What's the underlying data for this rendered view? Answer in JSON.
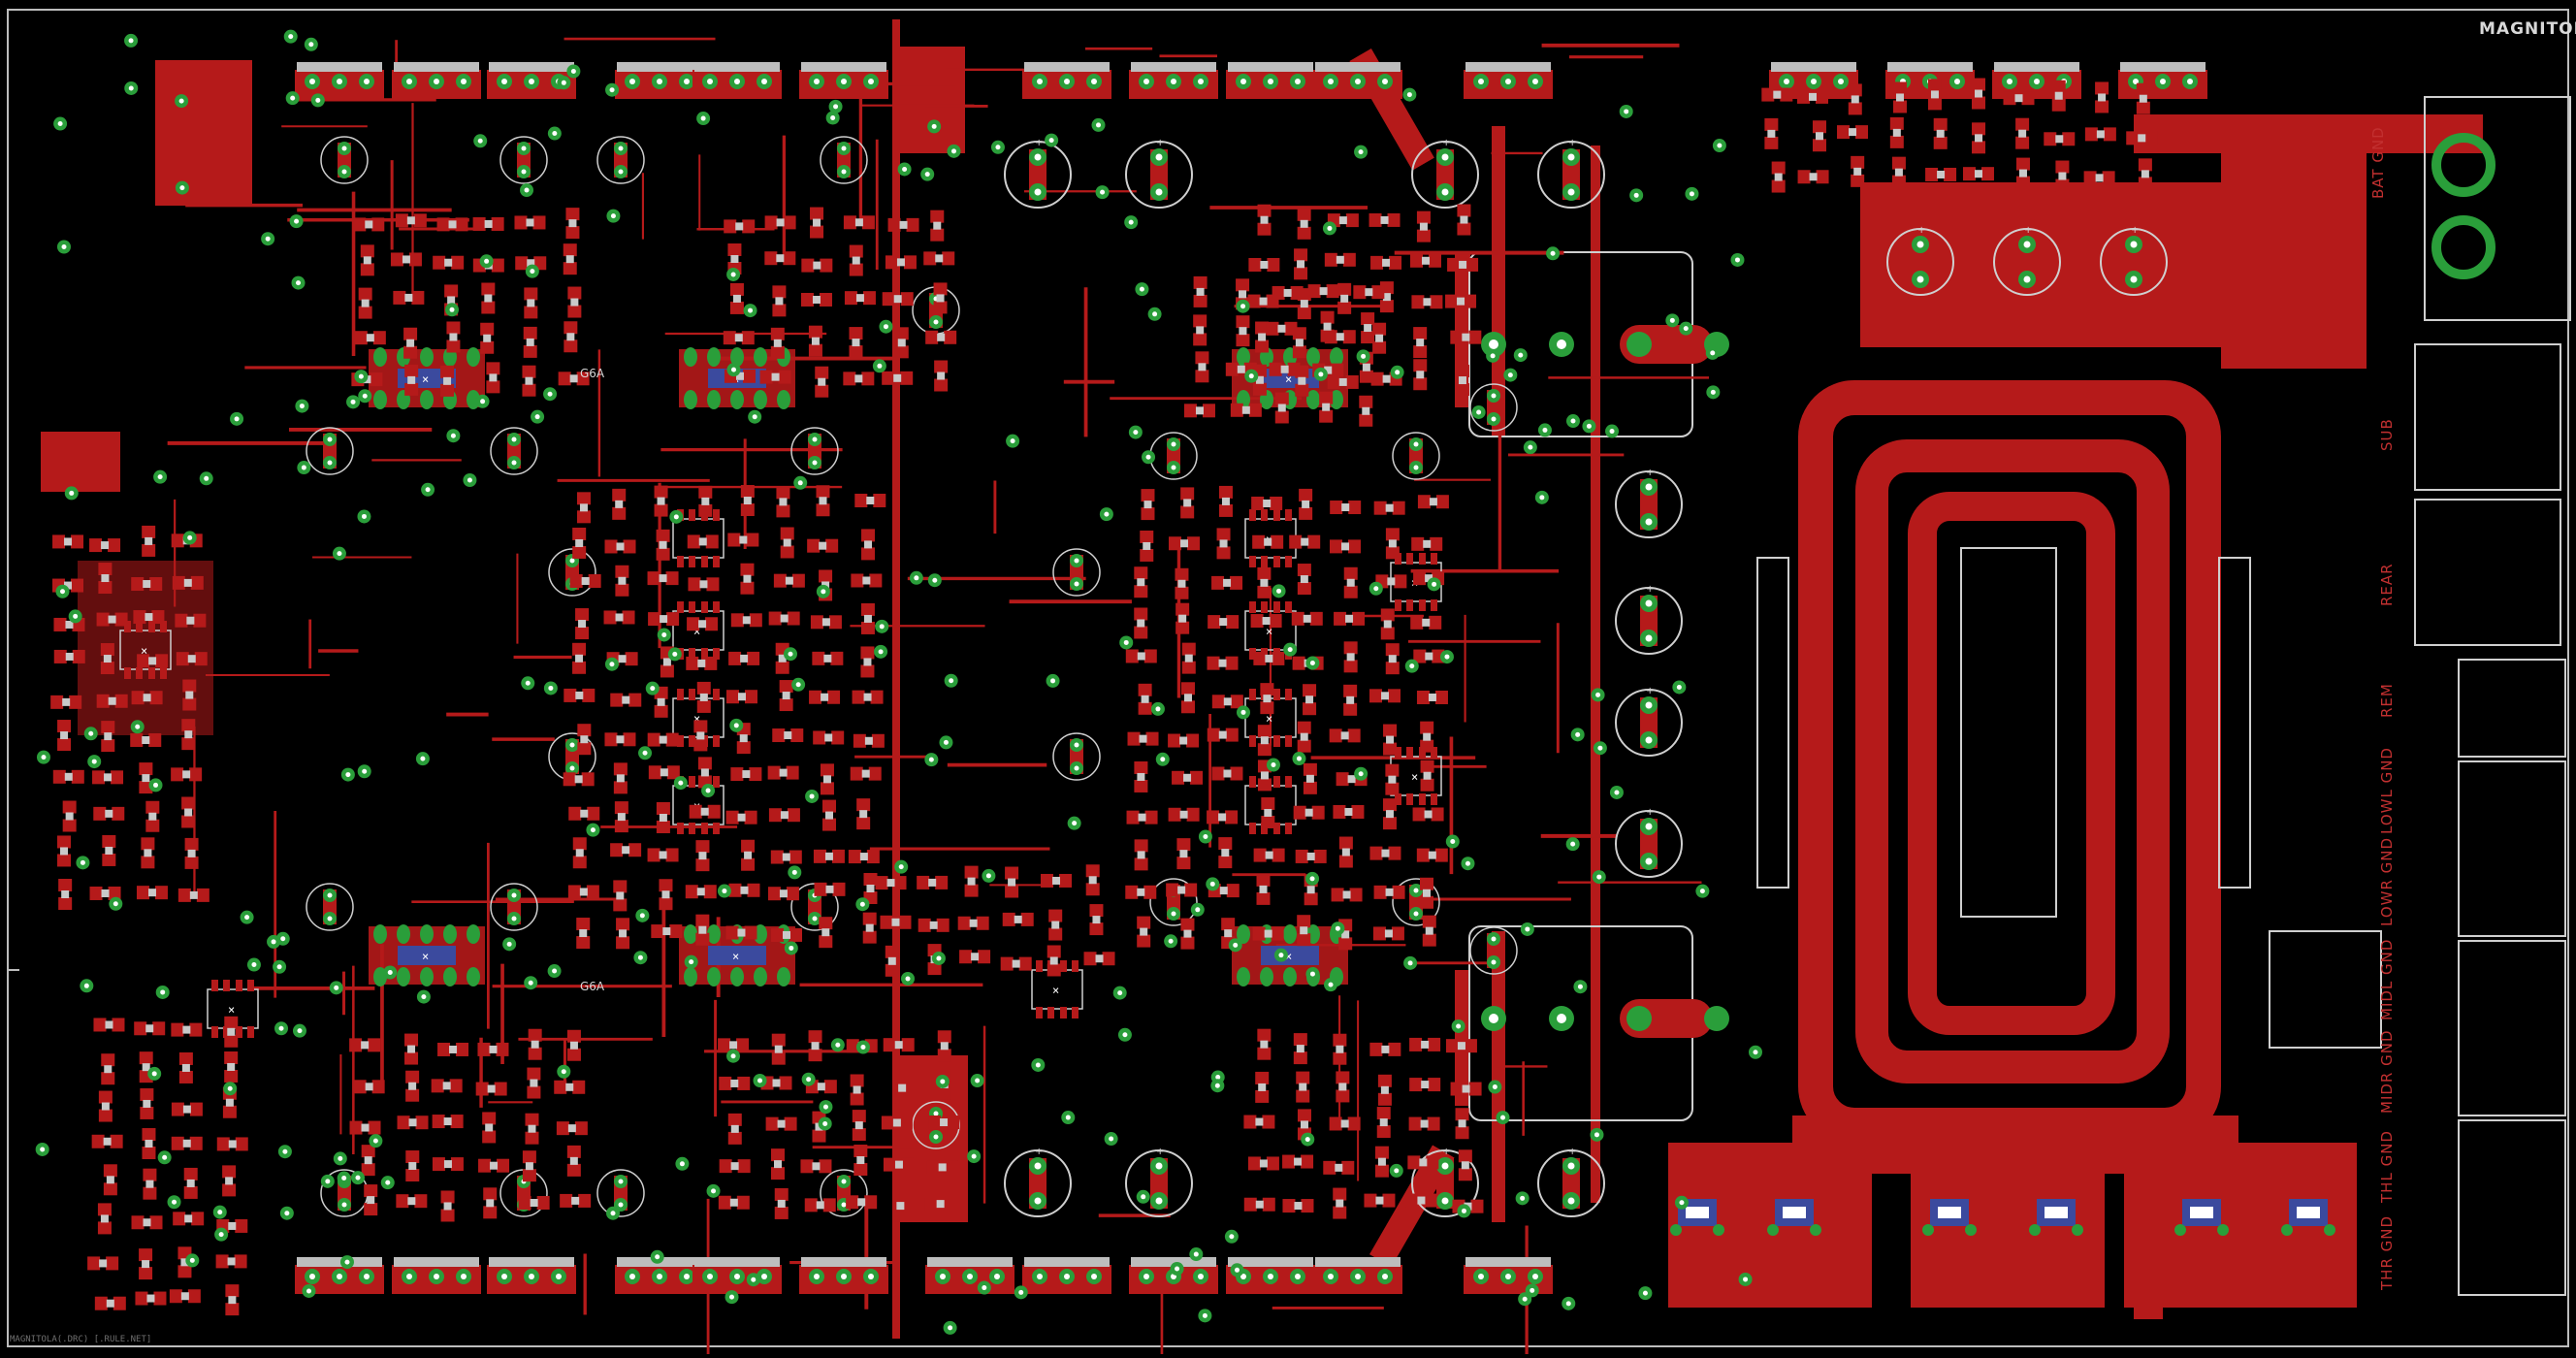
{
  "brand_logo": "MAGNITOLA",
  "footer_text": "MAGNITOLA(.DRC) [.RULE.NET]",
  "silk_labels": {
    "g6a_top": "G6A",
    "g6a_bottom": "G6A"
  },
  "connector_labels": {
    "bat_gnd": "BAT GND",
    "sub": "SUB",
    "rear": "REAR",
    "rem": "REM",
    "lowl_gnd": "LOWL GND",
    "lowr_gnd": "LOWR GND",
    "midl_gnd": "MIDL GND",
    "midr_gnd": "MIDR GND",
    "thl_gnd": "THL GND",
    "thr_gnd": "THR GND"
  },
  "colors": {
    "background": "#000000",
    "copper": "#b51a1a",
    "pad": "#2a9e3a",
    "pad_hole": "#ffffff",
    "silkscreen": "#d8d8d8",
    "label": "#c23030",
    "ic_body": "#3b4a9e"
  }
}
